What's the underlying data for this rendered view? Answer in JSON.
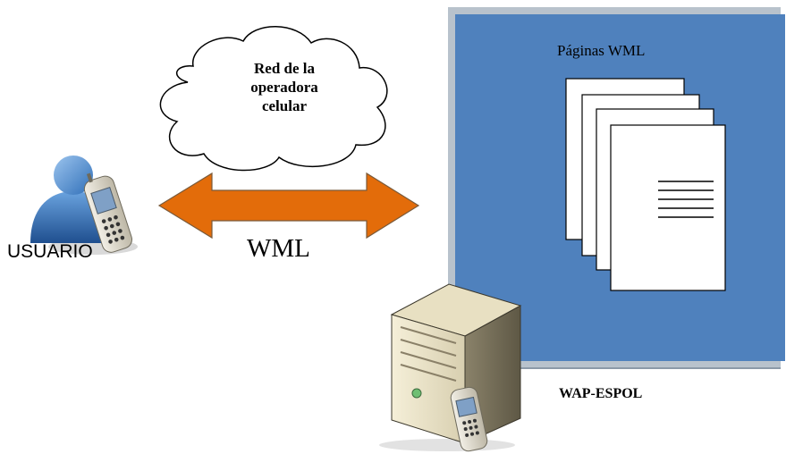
{
  "cloud": {
    "label_lines": [
      "Red de la",
      "operadora",
      "celular"
    ]
  },
  "arrow": {
    "label": "WML",
    "color": "#e36c0a"
  },
  "user": {
    "label": "USUARIO"
  },
  "server_panel": {
    "title": "Páginas WML",
    "color": "#4f81bd"
  },
  "server": {
    "label": "WAP-ESPOL"
  }
}
